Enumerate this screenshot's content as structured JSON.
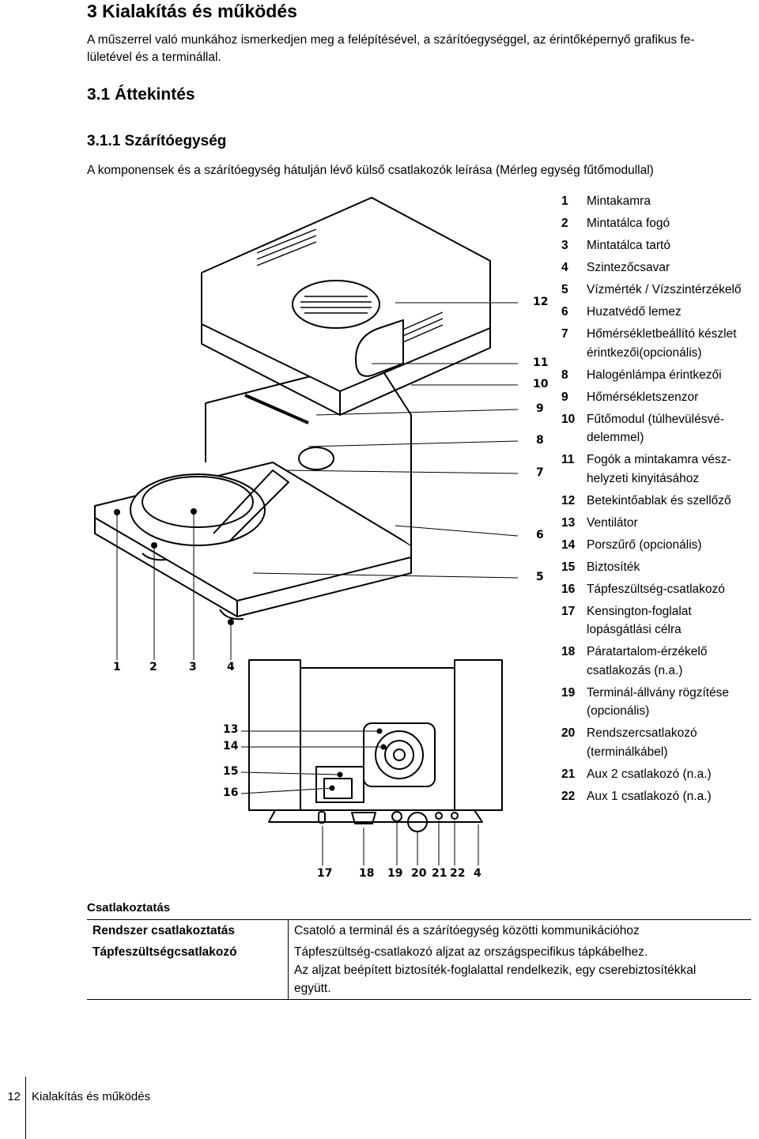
{
  "heading": {
    "chapter": "3 Kialakítás és működés",
    "intro_line1": "A műszerrel való munkához ismerkedjen meg a felépítésével, a szárítóegységgel, az érintőképernyő grafikus fe-",
    "intro_line2": "lületével és a terminállal.",
    "section": "3.1 Áttekintés",
    "subsection": "3.1.1 Szárítóegység",
    "subtitle": "A komponensek és a szárítóegység hátulján lévő külső csatlakozók leírása (Mérleg egység fűtőmodullal)"
  },
  "legend": [
    {
      "num": "1",
      "line1": "Mintakamra",
      "line2": ""
    },
    {
      "num": "2",
      "line1": "Mintatálca fogó",
      "line2": ""
    },
    {
      "num": "3",
      "line1": "Mintatálca tartó",
      "line2": ""
    },
    {
      "num": "4",
      "line1": "Szintezőcsavar",
      "line2": ""
    },
    {
      "num": "5",
      "line1": "Vízmérték / Vízszintérzékelő",
      "line2": ""
    },
    {
      "num": "6",
      "line1": "Huzatvédő lemez",
      "line2": ""
    },
    {
      "num": "7",
      "line1": "Hőmérsékletbeállító készlet",
      "line2": "érintkezői(opcionális)"
    },
    {
      "num": "8",
      "line1": "Halogénlámpa érintkezői",
      "line2": ""
    },
    {
      "num": "9",
      "line1": "Hőmérsékletszenzor",
      "line2": ""
    },
    {
      "num": "10",
      "line1": "Fűtőmodul (túlhevülésvé-",
      "line2": "delemmel)"
    },
    {
      "num": "11",
      "line1": "Fogók a mintakamra vész-",
      "line2": "helyzeti kinyitásához"
    },
    {
      "num": "12",
      "line1": "Betekintőablak és szellőző",
      "line2": ""
    },
    {
      "num": "13",
      "line1": "Ventilátor",
      "line2": ""
    },
    {
      "num": "14",
      "line1": "Porszűrő (opcionális)",
      "line2": ""
    },
    {
      "num": "15",
      "line1": "Biztosíték",
      "line2": ""
    },
    {
      "num": "16",
      "line1": "Tápfeszültség-csatlakozó",
      "line2": ""
    },
    {
      "num": "17",
      "line1": "Kensington-foglalat",
      "line2": "lopásgátlási célra"
    },
    {
      "num": "18",
      "line1": "Páratartalom-érzékelő",
      "line2": "csatlakozás (n.a.)"
    },
    {
      "num": "19",
      "line1": "Terminál-állvány rögzítése",
      "line2": "(opcionális)"
    },
    {
      "num": "20",
      "line1": "Rendszercsatlakozó",
      "line2": "(terminálkábel)"
    },
    {
      "num": "21",
      "line1": "Aux 2 csatlakozó (n.a.)",
      "line2": ""
    },
    {
      "num": "22",
      "line1": "Aux 1 csatlakozó (n.a.)",
      "line2": ""
    }
  ],
  "figure": {
    "callouts_right": [
      "12",
      "11",
      "10",
      "9",
      "8",
      "7",
      "6",
      "5"
    ],
    "callouts_bottom_front": [
      "1",
      "2",
      "3",
      "4"
    ],
    "callouts_left_back": [
      "13",
      "14",
      "15",
      "16"
    ],
    "callouts_bottom_back": [
      "17",
      "18",
      "19",
      "20",
      "21",
      "22",
      "4"
    ]
  },
  "table": {
    "title": "Csatlakoztatás",
    "rows": [
      {
        "key": "Rendszer csatlakoztatás",
        "value": "Csatoló a terminál és a szárítóegység közötti kommunikációhoz"
      },
      {
        "key": "Tápfeszültségcsatlakozó",
        "value": "Tápfeszültség-csatlakozó aljzat az országspecifikus tápkábelhez.",
        "value2": "Az aljzat beépített biztosíték-foglalattal rendelkezik, egy cserebiztosítékkal",
        "value3": "együtt."
      }
    ]
  },
  "footer": {
    "page": "12",
    "title": "Kialakítás és működés"
  }
}
